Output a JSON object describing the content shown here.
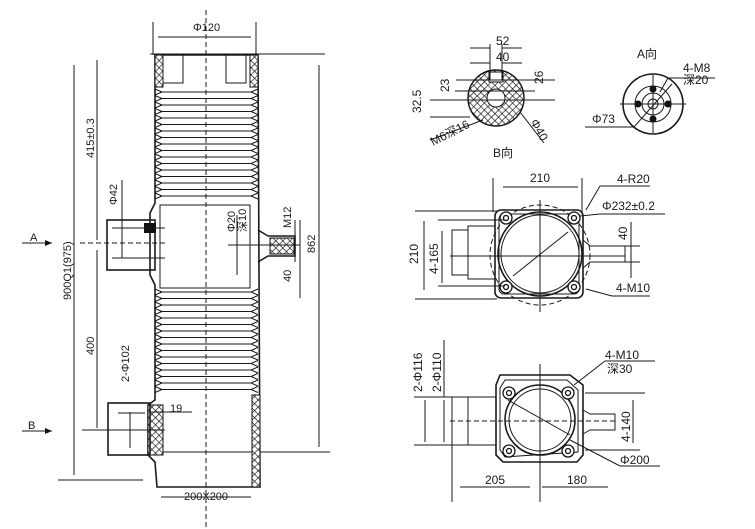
{
  "side_view": {
    "phi120": "Φ120",
    "dim_415": "415±0.3",
    "dim_900": "900Q1(975)",
    "dim_400": "400",
    "phi42": "Φ42",
    "phi102": "2-Φ102",
    "arrow_a": "A",
    "arrow_b": "B",
    "phi20": "Φ20",
    "deep10": "深10",
    "m12": "M12",
    "dim_862": "862",
    "dim_40": "40",
    "dim_19": "19",
    "dim_200x200": "200X200"
  },
  "view_b": {
    "title": "B向",
    "dim_52": "52",
    "dim_40": "40",
    "dim_23": "23",
    "dim_26": "26",
    "dim_32_5": "32.5",
    "m6": "M6深16",
    "phi40": "Φ40"
  },
  "view_a": {
    "title": "A向",
    "m8": "4-M8",
    "deep20": "深20",
    "phi73": "Φ73"
  },
  "top_flange_view": {
    "dim_210_h": "210",
    "r20": "4-R20",
    "phi232": "Φ232±0.2",
    "dim_40": "40",
    "dim_210_v": "210",
    "dim_4_165": "4-165",
    "m10": "4-M10"
  },
  "bottom_flange_view": {
    "phi116": "2-Φ116",
    "phi110": "2-Φ110",
    "m10": "4-M10",
    "deep30": "深30",
    "dim_4_140": "4-140",
    "phi200": "Φ200",
    "dim_205": "205",
    "dim_180": "180"
  }
}
